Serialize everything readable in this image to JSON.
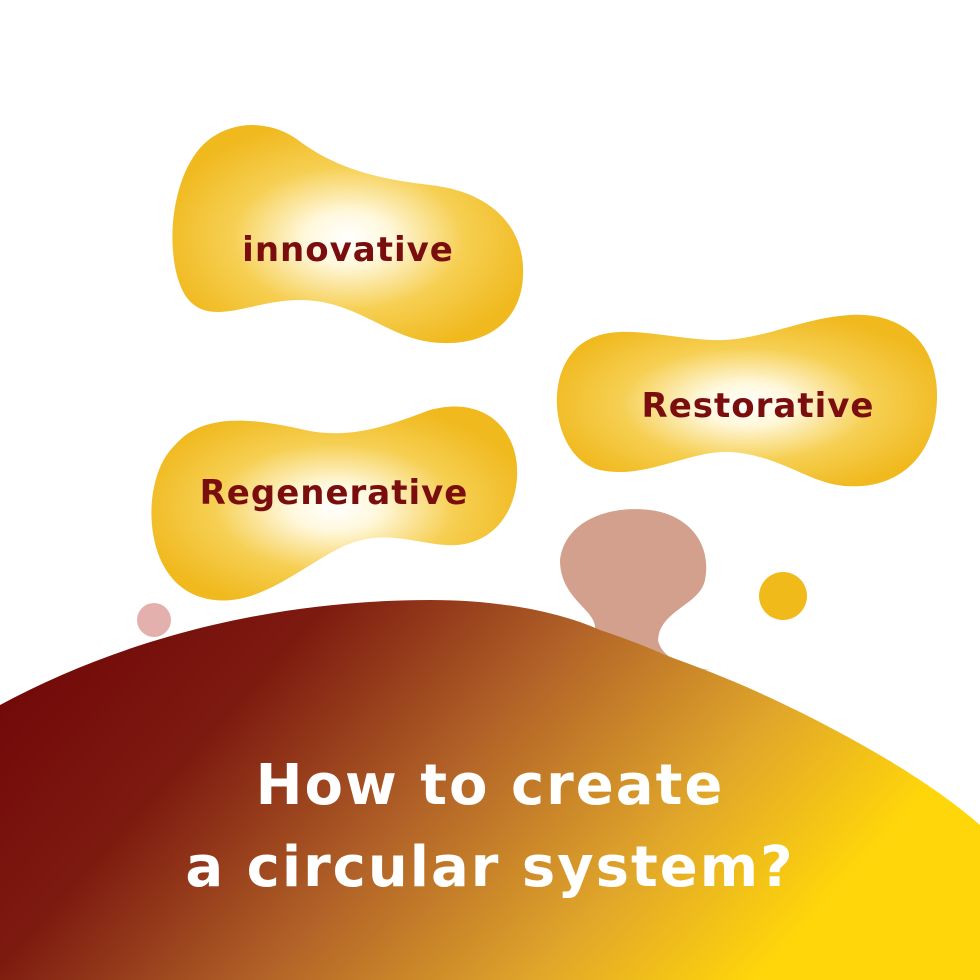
{
  "bubbles": {
    "innovative": "innovative",
    "restorative": "Restorative",
    "regenerative": "Regenerative"
  },
  "headline": {
    "line1": "How to create",
    "line2": "a circular system?"
  },
  "colors": {
    "bubble_gold": "#F0B91E",
    "bubble_glow": "#FFFFFF",
    "label_text": "#7A0E0E",
    "hill_dark": "#6E0307",
    "hill_mid": "#A9521F",
    "hill_light": "#FFD60A",
    "mushroom": "#D4A08E",
    "dot_pink": "#E3B0AE",
    "dot_gold": "#F0BA1A",
    "headline_text": "#FFFFFF"
  }
}
